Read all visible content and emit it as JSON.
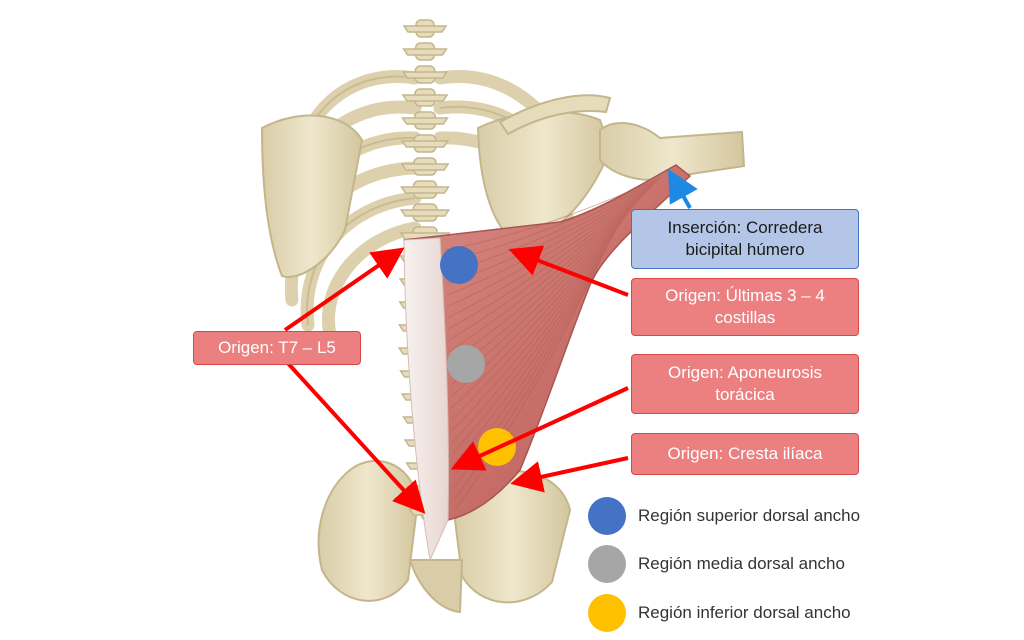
{
  "labels": {
    "insercion": "Inserción: Corredera\nbicipital húmero",
    "ultimas_costillas": "Origen: Últimas 3 – 4\ncostillas",
    "aponeurosis": "Origen: Aponeurosis\ntorácica",
    "cresta": "Origen: Cresta ilíaca",
    "t7_l5": "Origen: T7 – L5"
  },
  "legend": [
    {
      "label": "Región superior dorsal ancho",
      "color": "#4472c4"
    },
    {
      "label": "Región media dorsal ancho",
      "color": "#a6a6a6"
    },
    {
      "label": "Región inferior dorsal ancho",
      "color": "#ffc000"
    }
  ],
  "colors": {
    "origin_fill": "#ec7f7f",
    "origin_border": "#d94848",
    "insertion_fill": "#b4c6e7",
    "insertion_border": "#4472c4",
    "red_arrow": "#ff0000",
    "blue_arrow": "#1e88e5",
    "bone": "#e6dcbc",
    "muscle": "#cf7f78"
  }
}
